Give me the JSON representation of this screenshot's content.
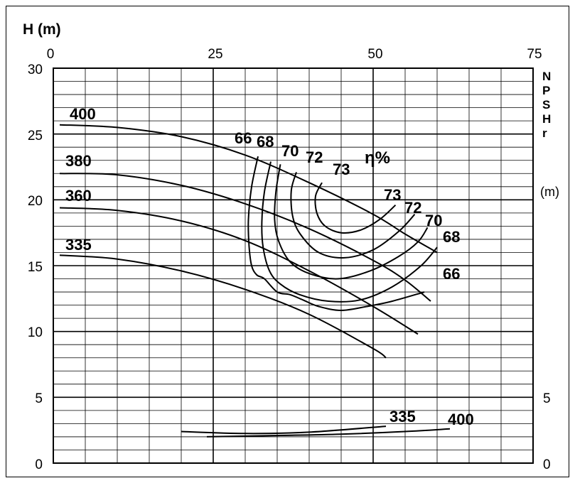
{
  "chart_data": {
    "type": "line",
    "title": "",
    "ylabel": "H (m)",
    "xlim": [
      0,
      75
    ],
    "ylim": [
      0,
      30
    ],
    "x_ticks": [
      "0",
      "25",
      "50",
      "75"
    ],
    "y_ticks_left": [
      "0",
      "5",
      "10",
      "15",
      "20",
      "25",
      "30"
    ],
    "right_axis_label_letters": [
      "N",
      "P",
      "S",
      "H",
      "r"
    ],
    "right_axis_unit": "(m)",
    "y_ticks_right": [
      "0",
      "5"
    ],
    "efficiency_label": "η%",
    "grid": true,
    "head_curves": [
      {
        "name": "400",
        "x": [
          1,
          10,
          20,
          30,
          40,
          50,
          55,
          60
        ],
        "y": [
          25.7,
          25.5,
          24.8,
          23.4,
          21.3,
          18.9,
          17.4,
          16.0
        ]
      },
      {
        "name": "380",
        "x": [
          1,
          10,
          20,
          30,
          40,
          50,
          55,
          59
        ],
        "y": [
          22.0,
          21.9,
          21.1,
          19.7,
          17.8,
          15.4,
          13.9,
          12.3
        ]
      },
      {
        "name": "360",
        "x": [
          1,
          10,
          20,
          30,
          40,
          50,
          57
        ],
        "y": [
          19.4,
          19.2,
          18.4,
          16.9,
          14.6,
          11.9,
          9.8
        ]
      },
      {
        "name": "335",
        "x": [
          1,
          10,
          20,
          30,
          40,
          50,
          52
        ],
        "y": [
          15.8,
          15.5,
          14.6,
          13.2,
          11.3,
          8.7,
          8.0
        ]
      }
    ],
    "efficiency_curves": [
      {
        "name": "66",
        "x": [
          32.0,
          31.0,
          30.5,
          30.6,
          31.0,
          31.8,
          33.0,
          35.0,
          37.0,
          39.0,
          41.5,
          45.0,
          49.0,
          53.0,
          58.0
        ],
        "y": [
          23.3,
          21.0,
          18.5,
          16.5,
          15.0,
          14.3,
          14.0,
          13.0,
          12.8,
          12.4,
          11.9,
          11.6,
          11.9,
          12.3,
          13.0
        ]
      },
      {
        "name": "68",
        "x": [
          34.0,
          33.0,
          32.6,
          32.8,
          33.8,
          35.5,
          38.5,
          43.0,
          48.0,
          53.0,
          57.5,
          60.0
        ],
        "y": [
          22.9,
          20.6,
          18.3,
          16.4,
          14.6,
          13.6,
          12.8,
          12.3,
          12.4,
          13.4,
          15.0,
          16.4
        ]
      },
      {
        "name": "70",
        "x": [
          35.5,
          34.8,
          34.6,
          35.2,
          37.0,
          40.0,
          44.5,
          49.5,
          54.0,
          57.0,
          58.5
        ],
        "y": [
          22.7,
          20.6,
          18.5,
          16.9,
          15.3,
          14.4,
          14.0,
          14.6,
          15.7,
          16.8,
          17.9
        ]
      },
      {
        "name": "72",
        "x": [
          38.0,
          37.2,
          37.4,
          38.6,
          41.5,
          45.5,
          50.0,
          54.0,
          56.5
        ],
        "y": [
          22.1,
          20.7,
          18.8,
          17.4,
          16.0,
          15.6,
          16.2,
          17.6,
          18.9
        ]
      },
      {
        "name": "73",
        "x": [
          42.0,
          41.0,
          41.2,
          42.5,
          45.0,
          48.0,
          51.0,
          53.5
        ],
        "y": [
          21.3,
          20.3,
          19.0,
          18.0,
          17.5,
          17.7,
          18.5,
          19.6
        ]
      }
    ],
    "npsh_curves": [
      {
        "name": "335",
        "x": [
          20,
          30,
          40,
          52
        ],
        "y": [
          2.4,
          2.25,
          2.35,
          2.8
        ]
      },
      {
        "name": "400",
        "x": [
          24,
          35,
          45,
          55,
          62
        ],
        "y": [
          2.0,
          2.1,
          2.2,
          2.4,
          2.6
        ]
      }
    ],
    "curve_labels": {
      "head": [
        "400",
        "380",
        "360",
        "335"
      ],
      "efficiency_top": [
        "66",
        "68",
        "70",
        "72",
        "73"
      ],
      "efficiency_right": [
        "73",
        "72",
        "70",
        "68",
        "66"
      ],
      "npsh": [
        "335",
        "400"
      ]
    }
  }
}
